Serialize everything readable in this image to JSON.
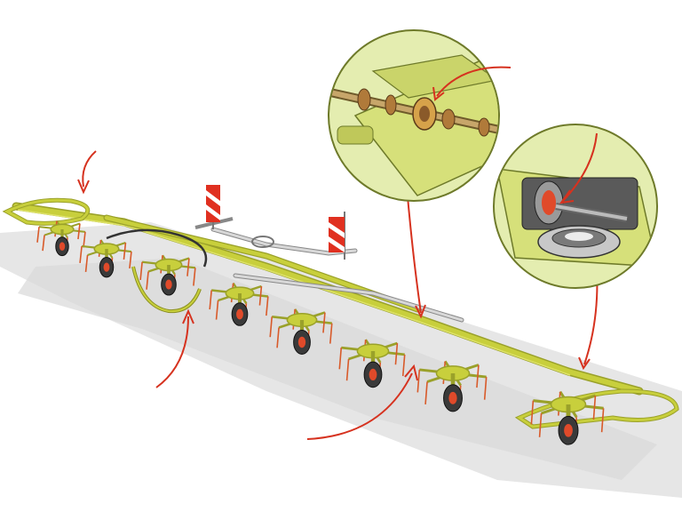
{
  "illustration": {
    "subject": "tedder",
    "rotor_count": 8,
    "callout_count": 2,
    "callout_labels": []
  },
  "colors": {
    "frame_green": "#c8cf3c",
    "frame_dark": "#9aa12a",
    "frame_light": "#dfe36a",
    "callout_fill": "#e4edb0",
    "callout_stroke": "#6e7a2a",
    "arrow_red": "#d6321f",
    "tine_orange": "#d85a2a",
    "tyre_dark": "#3a3a3a",
    "hub_red": "#e04a2a",
    "shadow_gray": "#dcdcdc",
    "warning_red": "#e03020"
  }
}
